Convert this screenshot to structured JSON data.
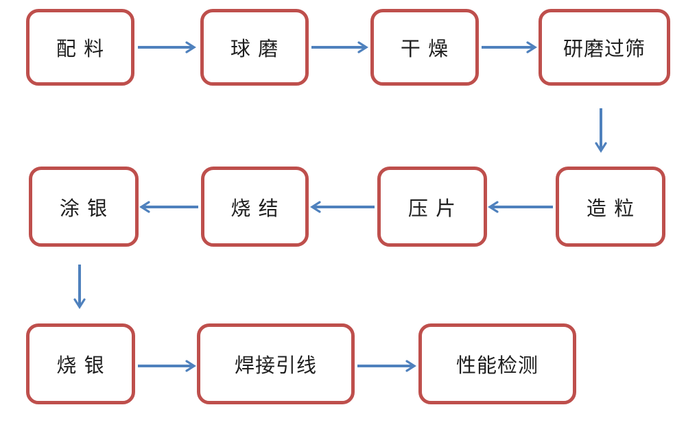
{
  "diagram": {
    "type": "process-flowchart",
    "language": "zh-CN",
    "nodes": [
      {
        "id": "batching",
        "label": "配 料"
      },
      {
        "id": "ball-milling",
        "label": "球 磨"
      },
      {
        "id": "drying",
        "label": "干 燥"
      },
      {
        "id": "grinding-sieving",
        "label": "研磨过筛"
      },
      {
        "id": "granulation",
        "label": "造 粒"
      },
      {
        "id": "pressing",
        "label": "压 片"
      },
      {
        "id": "sintering",
        "label": "烧 结"
      },
      {
        "id": "silver-coating",
        "label": "涂 银"
      },
      {
        "id": "silver-firing",
        "label": "烧 银"
      },
      {
        "id": "lead-welding",
        "label": "焊接引线"
      },
      {
        "id": "performance-testing",
        "label": "性能检测"
      }
    ],
    "edges": [
      {
        "from": "batching",
        "to": "ball-milling",
        "direction": "right"
      },
      {
        "from": "ball-milling",
        "to": "drying",
        "direction": "right"
      },
      {
        "from": "drying",
        "to": "grinding-sieving",
        "direction": "right"
      },
      {
        "from": "grinding-sieving",
        "to": "granulation",
        "direction": "down"
      },
      {
        "from": "granulation",
        "to": "pressing",
        "direction": "left"
      },
      {
        "from": "pressing",
        "to": "sintering",
        "direction": "left"
      },
      {
        "from": "sintering",
        "to": "silver-coating",
        "direction": "left"
      },
      {
        "from": "silver-coating",
        "to": "silver-firing",
        "direction": "down"
      },
      {
        "from": "silver-firing",
        "to": "lead-welding",
        "direction": "right"
      },
      {
        "from": "lead-welding",
        "to": "performance-testing",
        "direction": "right"
      }
    ]
  },
  "colors": {
    "box_border": "#be4f4c",
    "arrow": "#4f81bd",
    "text": "#1f1f1f",
    "background": "#ffffff"
  }
}
